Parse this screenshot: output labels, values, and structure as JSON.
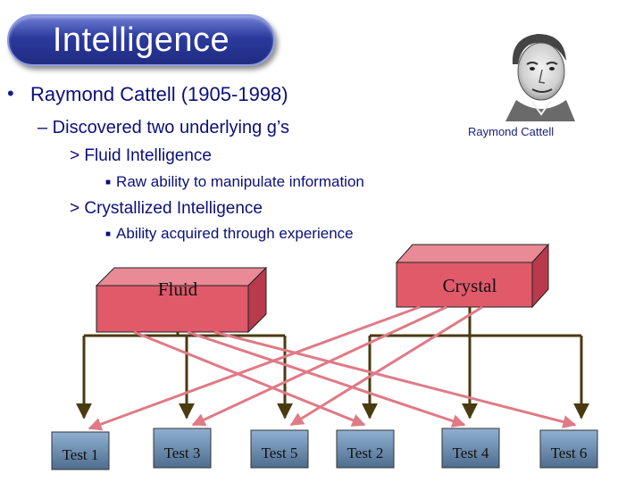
{
  "title": "Intelligence",
  "bullets": {
    "level1": "Raymond Cattell (1905-1998)",
    "level2": "– Discovered two underlying g’s",
    "fluid_heading": "> Fluid Intelligence",
    "fluid_detail": "Raw ability to manipulate information",
    "crystal_heading": "> Crystallized Intelligence",
    "crystal_detail": "Ability acquired through experience"
  },
  "photo": {
    "caption": "Raymond Cattell"
  },
  "diagram": {
    "factors": {
      "fluid": "Fluid",
      "crystal": "Crystal"
    },
    "tests": [
      "Test 1",
      "Test 3",
      "Test 5",
      "Test 2",
      "Test 4",
      "Test 6"
    ]
  },
  "colors": {
    "box_fill": "#e05a6a",
    "box_dark": "#b83a4c",
    "line_dark": "#4a3a10",
    "arrow_pink": "#e07a86",
    "test_fill": "#5f7ea0",
    "text_navy": "#0b0f7a"
  }
}
